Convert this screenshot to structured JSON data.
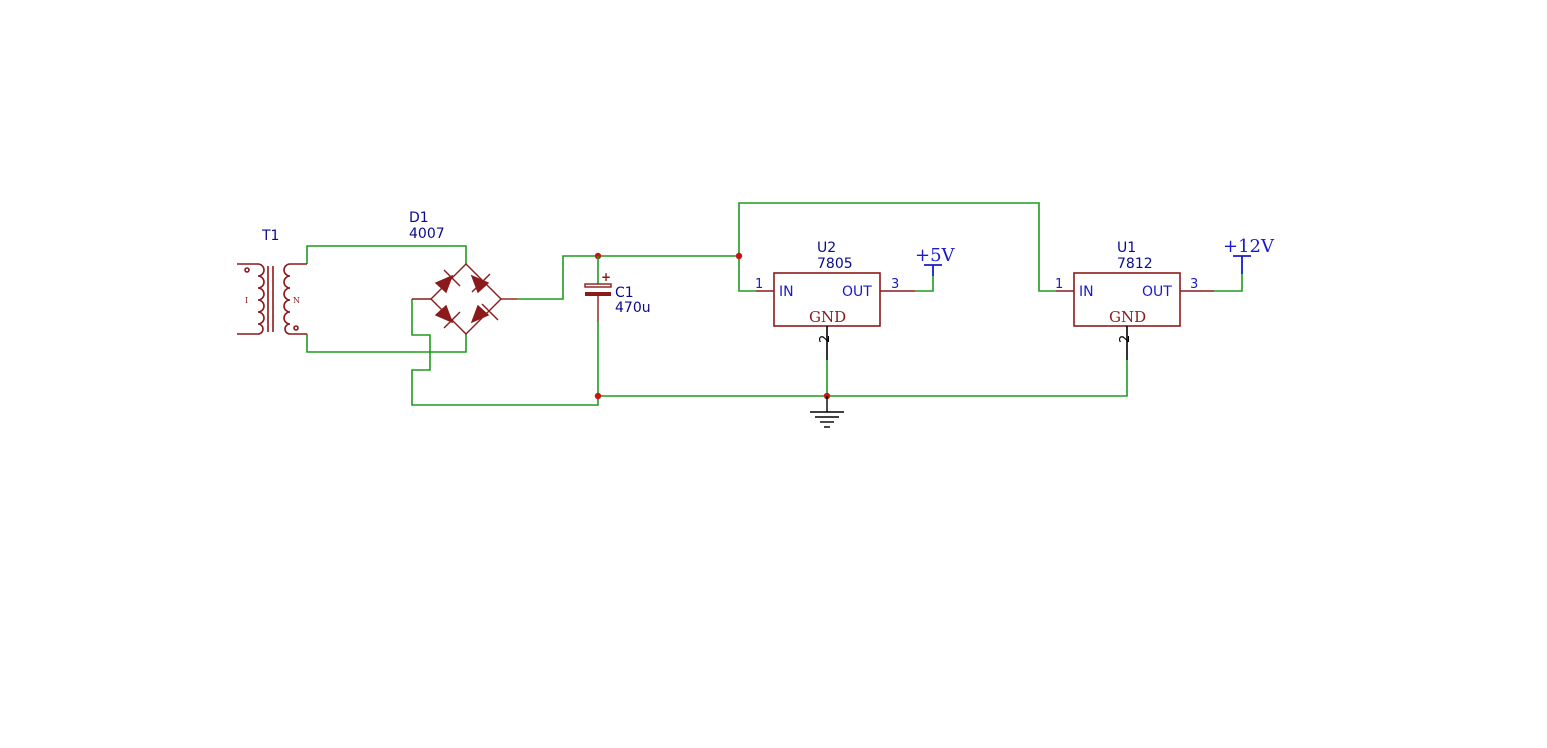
{
  "colors": {
    "wire": "#1e9b1e",
    "component": "#8b1a1a",
    "ref_text": "#0a0a8c",
    "pin_number": "#1a1acc",
    "power_symbol": "#1a1acc",
    "junction": "#c81414",
    "ground_symbol": "#000000"
  },
  "components": {
    "t1": {
      "ref": "T1",
      "primary_label": "I",
      "secondary_label": "N"
    },
    "d1": {
      "ref": "D1",
      "value": "4007"
    },
    "c1": {
      "ref": "C1",
      "value": "470u",
      "polarity": "+"
    },
    "u2": {
      "ref": "U2",
      "value": "7805",
      "pin_in_label": "IN",
      "pin_out_label": "OUT",
      "pin_gnd_label": "GND",
      "pin_in": "1",
      "pin_out": "3",
      "pin_gnd": "2"
    },
    "u1": {
      "ref": "U1",
      "value": "7812",
      "pin_in_label": "IN",
      "pin_out_label": "OUT",
      "pin_gnd_label": "GND",
      "pin_in": "1",
      "pin_out": "3",
      "pin_gnd": "2"
    }
  },
  "power": {
    "plus5": "+5V",
    "plus12": "+12V"
  },
  "icons": {
    "ground": "ground-icon",
    "power_flag": "power-flag-icon"
  }
}
